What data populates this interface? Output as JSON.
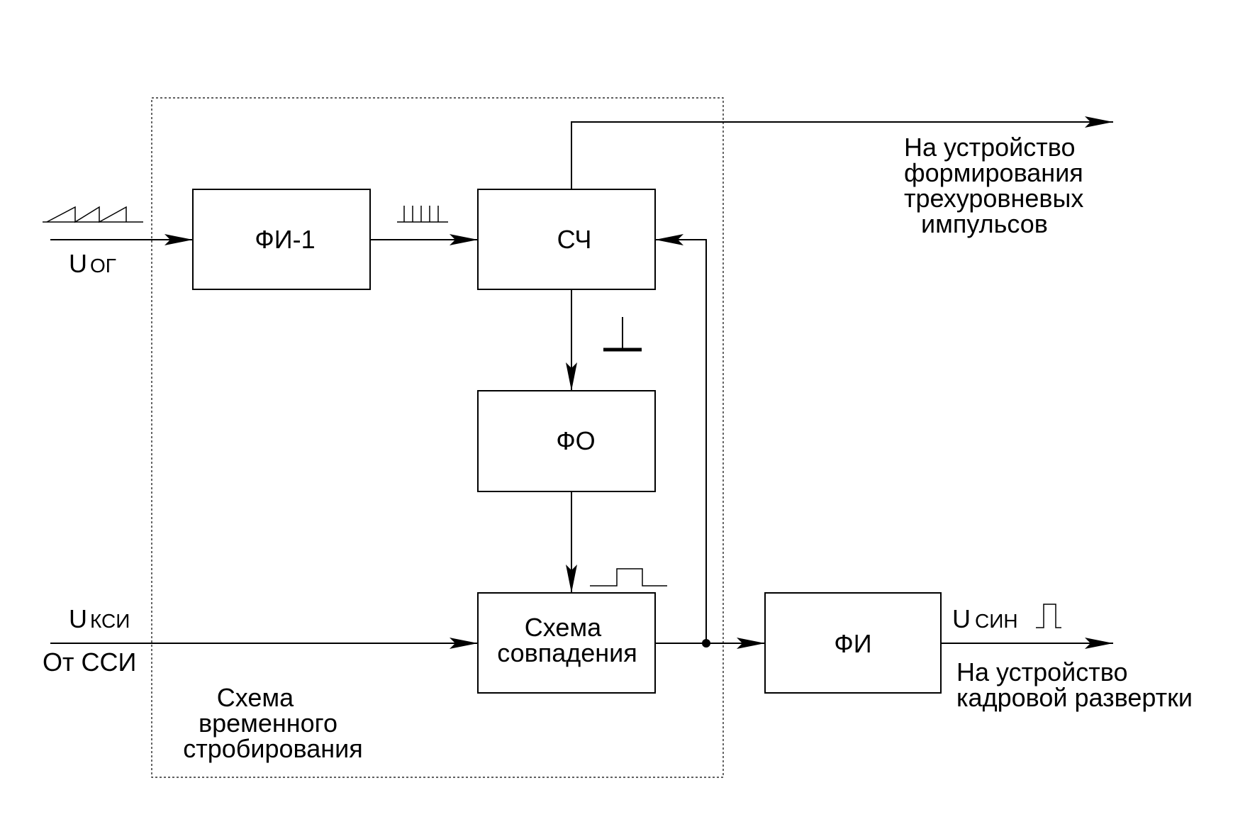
{
  "blocks": {
    "fi1": "ФИ-1",
    "sch": "СЧ",
    "fo": "ФО",
    "coincidence": [
      "Схема",
      "совпадения"
    ],
    "fi": "ФИ"
  },
  "group_label": [
    "Схема",
    "временного",
    "стробирования"
  ],
  "signals": {
    "u_og": {
      "main": "U",
      "sub": "ОГ"
    },
    "u_ksi": {
      "main": "U",
      "sub": "КСИ"
    },
    "u_sin": {
      "main": "U",
      "sub": "СИН"
    }
  },
  "labels": {
    "from_ssi": "От ССИ",
    "to_three_level": [
      "На устройство",
      "формирования",
      "трехуровневых",
      "импульсов"
    ],
    "to_frame_scan": [
      "На устройство",
      "кадровой развертки"
    ]
  },
  "waveform_icons": [
    "sawtooth-wave",
    "pulse-train",
    "step-pulse",
    "gate-pulse",
    "narrow-pulse"
  ]
}
